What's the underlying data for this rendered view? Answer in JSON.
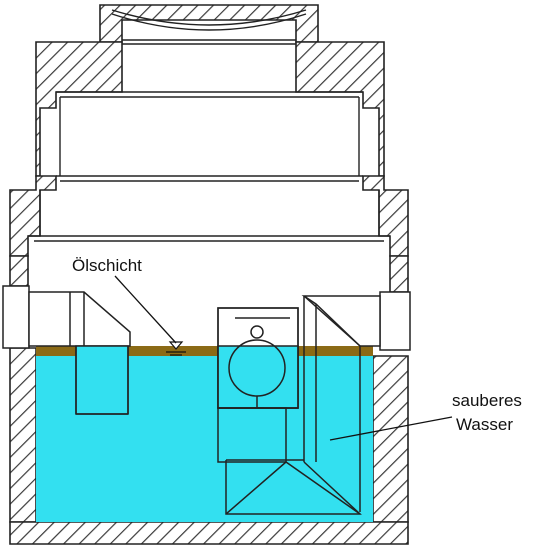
{
  "diagram": {
    "labels": {
      "oil_layer": "Ölschicht",
      "clean_water_line1": "sauberes",
      "clean_water_line2": "Wasser"
    },
    "colors": {
      "water": "#33e0f0",
      "oil": "#8b6a16",
      "wall_fill": "#ffffff",
      "hatch": "#3a3a3a",
      "line": "#222222"
    }
  }
}
